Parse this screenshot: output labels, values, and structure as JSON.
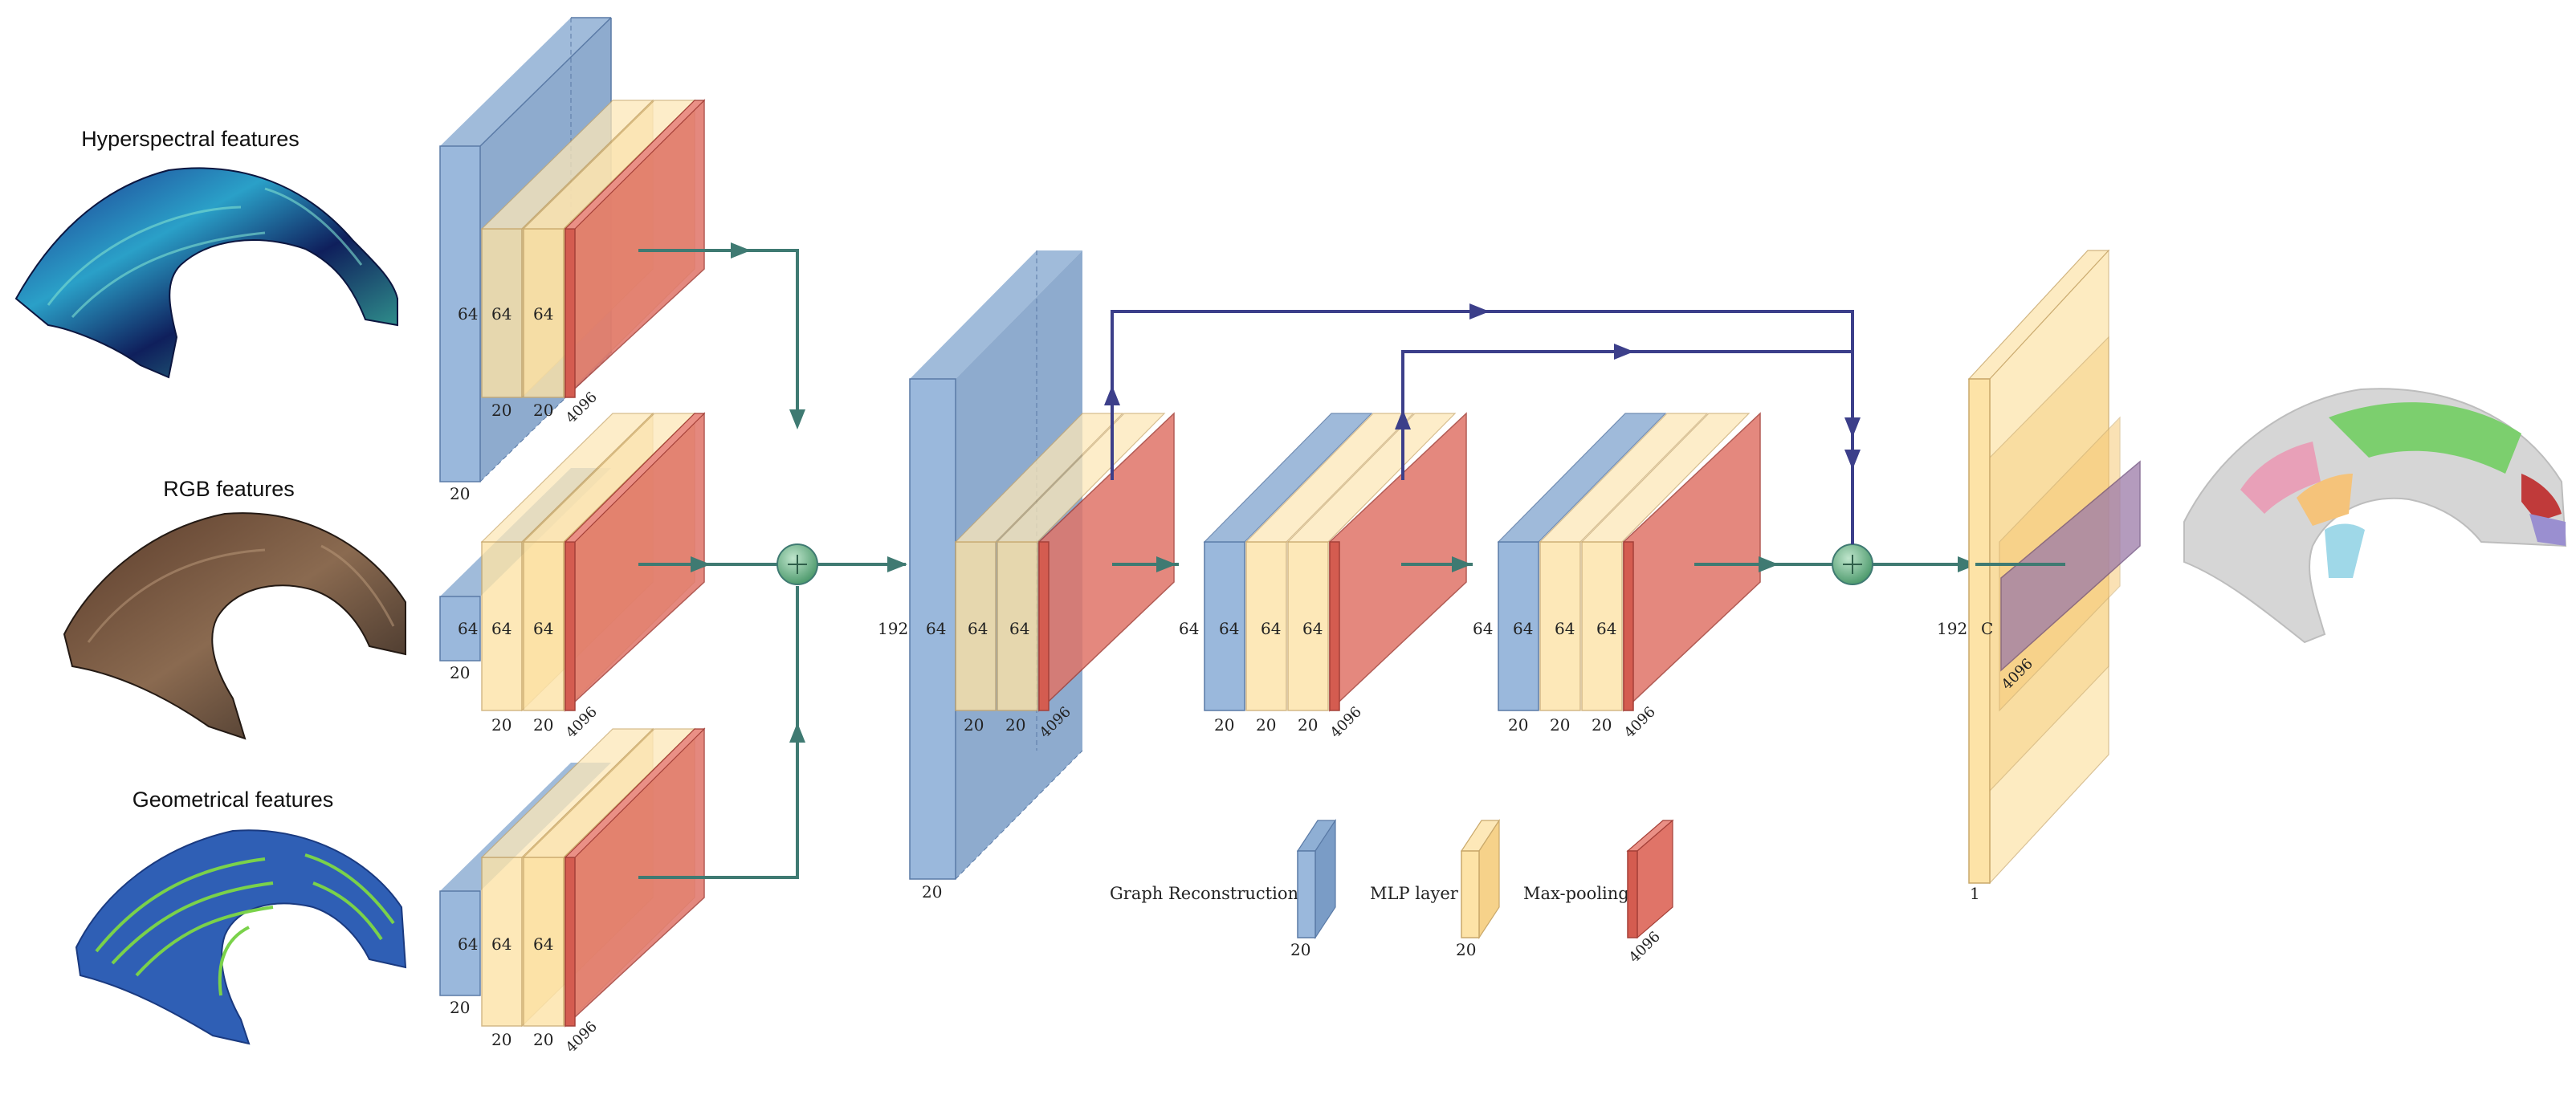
{
  "inputs": {
    "hyperspectral": "Hyperspectral features",
    "rgb": "RGB features",
    "geometrical": "Geometrical features"
  },
  "dims": {
    "d64": "64",
    "d20": "20",
    "d4096": "4096",
    "d192": "192",
    "dC": "C",
    "d1": "1"
  },
  "legend": {
    "graph": "Graph Reconstruction",
    "mlp": "MLP layer",
    "maxpool": "Max-pooling"
  },
  "colors": {
    "graph_block": "#8fafd4",
    "mlp_block": "#fde3a7",
    "maxpool_block": "#e07468",
    "flow_arrow": "#3f7a72",
    "skip_arrow": "#3c3f8a",
    "sum_node": "#6fb58c"
  }
}
